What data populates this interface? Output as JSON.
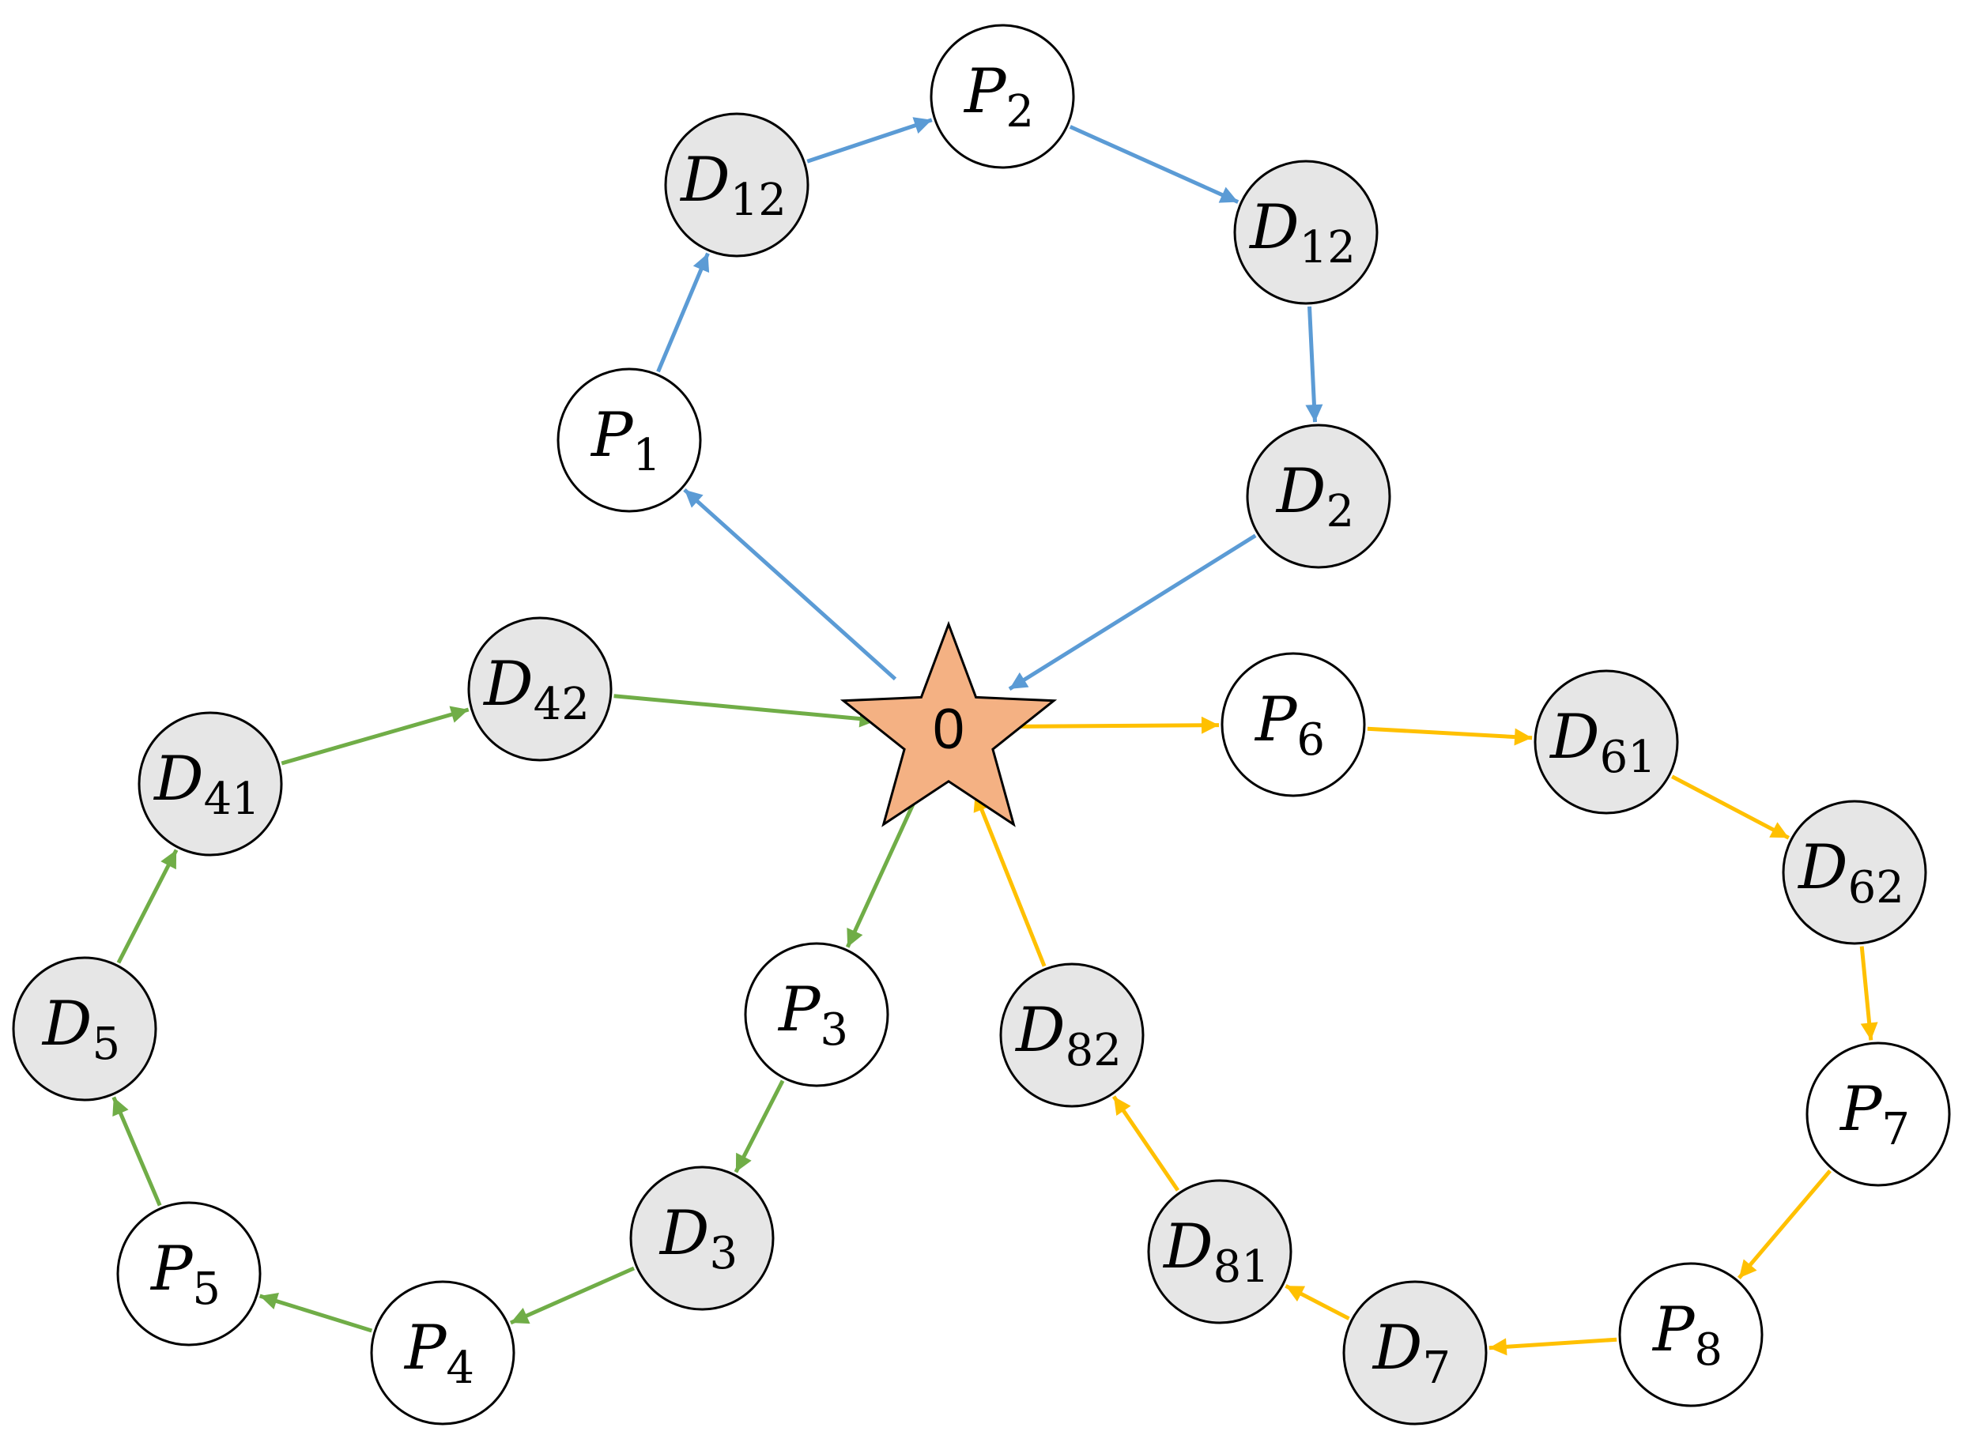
{
  "colors": {
    "route_1": "#5B9BD5",
    "route_2": "#70AD47",
    "route_3": "#FFC000",
    "pickup_fill": "#FFFFFF",
    "delivery_fill": "#E6E6E6",
    "depot_fill": "#F4B183",
    "outline": "#000000"
  },
  "depot": {
    "label": "0"
  },
  "nodes": [
    {
      "id": "P1",
      "letter": "P",
      "sub": "1",
      "kind": "pickup"
    },
    {
      "id": "D12a",
      "letter": "D",
      "sub": "12",
      "kind": "delivery"
    },
    {
      "id": "P2",
      "letter": "P",
      "sub": "2",
      "kind": "pickup"
    },
    {
      "id": "D12b",
      "letter": "D",
      "sub": "12",
      "kind": "delivery"
    },
    {
      "id": "D2",
      "letter": "D",
      "sub": "2",
      "kind": "delivery"
    },
    {
      "id": "D42",
      "letter": "D",
      "sub": "42",
      "kind": "delivery"
    },
    {
      "id": "D41",
      "letter": "D",
      "sub": "41",
      "kind": "delivery"
    },
    {
      "id": "D5",
      "letter": "D",
      "sub": "5",
      "kind": "delivery"
    },
    {
      "id": "P5",
      "letter": "P",
      "sub": "5",
      "kind": "pickup"
    },
    {
      "id": "P4",
      "letter": "P",
      "sub": "4",
      "kind": "pickup"
    },
    {
      "id": "D3",
      "letter": "D",
      "sub": "3",
      "kind": "delivery"
    },
    {
      "id": "P3",
      "letter": "P",
      "sub": "3",
      "kind": "pickup"
    },
    {
      "id": "P6",
      "letter": "P",
      "sub": "6",
      "kind": "pickup"
    },
    {
      "id": "D61",
      "letter": "D",
      "sub": "61",
      "kind": "delivery"
    },
    {
      "id": "D62",
      "letter": "D",
      "sub": "62",
      "kind": "delivery"
    },
    {
      "id": "P7",
      "letter": "P",
      "sub": "7",
      "kind": "pickup"
    },
    {
      "id": "P8",
      "letter": "P",
      "sub": "8",
      "kind": "pickup"
    },
    {
      "id": "D7",
      "letter": "D",
      "sub": "7",
      "kind": "delivery"
    },
    {
      "id": "D81",
      "letter": "D",
      "sub": "81",
      "kind": "delivery"
    },
    {
      "id": "D82",
      "letter": "D",
      "sub": "82",
      "kind": "delivery"
    }
  ],
  "routes": [
    {
      "color_key": "route_1",
      "path": [
        "0",
        "P1",
        "D12a",
        "P2",
        "D12b",
        "D2",
        "0"
      ]
    },
    {
      "color_key": "route_2",
      "path": [
        "0",
        "P3",
        "D3",
        "P4",
        "P5",
        "D5",
        "D41",
        "D42",
        "0"
      ]
    },
    {
      "color_key": "route_3",
      "path": [
        "0",
        "P6",
        "D61",
        "D62",
        "P7",
        "P8",
        "D7",
        "D81",
        "D82",
        "0"
      ]
    }
  ]
}
